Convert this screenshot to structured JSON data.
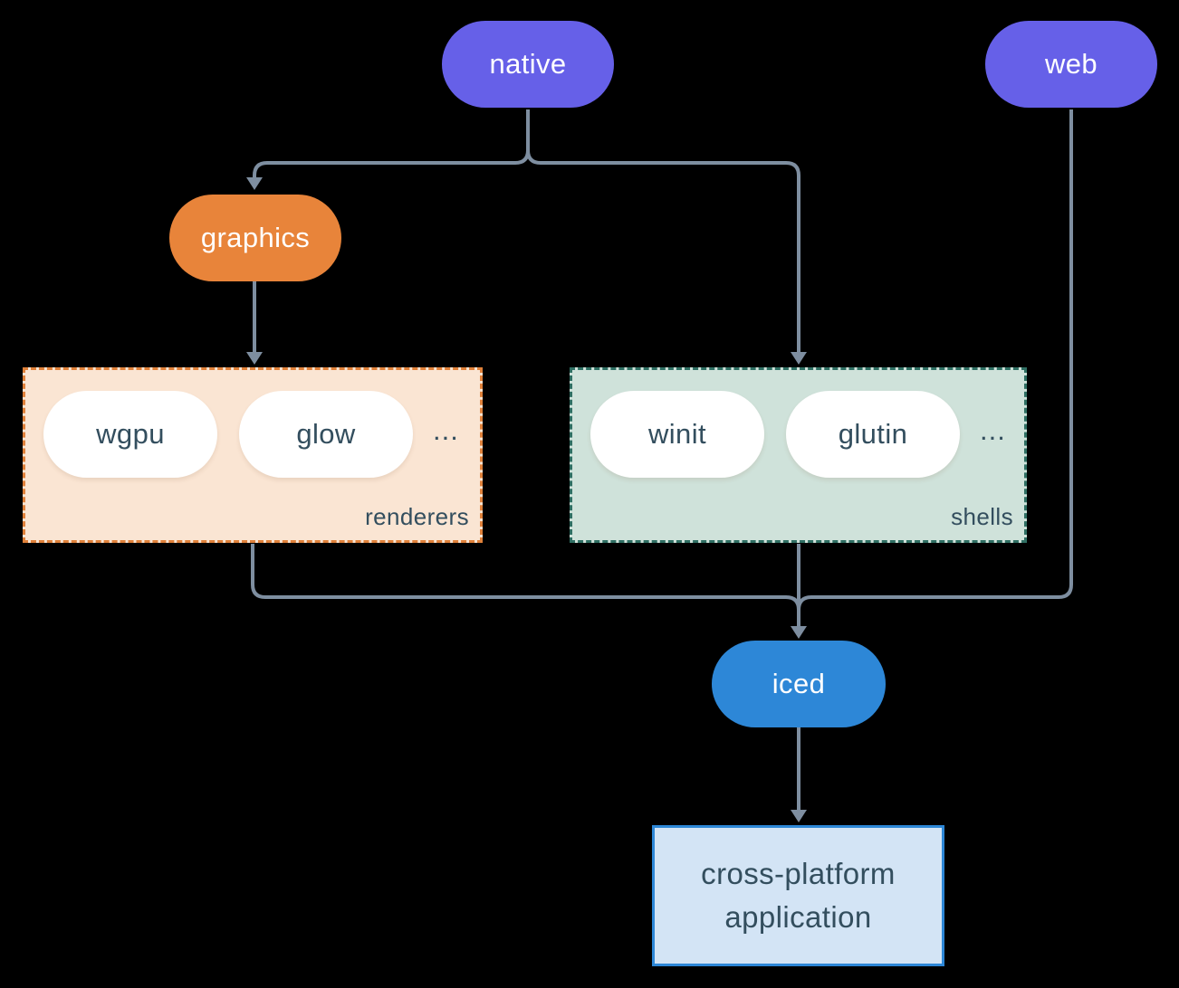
{
  "colors": {
    "bg": "#000000",
    "purple": "#6660e8",
    "orange": "#e8843a",
    "blue": "#2d87d7",
    "peach-fill": "#fae5d3",
    "peach-border": "#e0813a",
    "sage-fill": "#cfe2da",
    "sage-border": "#2f6f63",
    "app-fill": "#d3e4f5",
    "app-border": "#2d87d7",
    "line": "#7e8ea0",
    "dark-text": "#334e5e",
    "light-text": "#ffffff"
  },
  "nodes": {
    "native": {
      "label": "native"
    },
    "web": {
      "label": "web"
    },
    "graphics": {
      "label": "graphics"
    },
    "iced": {
      "label": "iced"
    },
    "wgpu": {
      "label": "wgpu"
    },
    "glow": {
      "label": "glow"
    },
    "winit": {
      "label": "winit"
    },
    "glutin": {
      "label": "glutin"
    },
    "application": {
      "line1": "cross-platform",
      "line2": "application"
    }
  },
  "groups": {
    "renderers": {
      "label": "renderers",
      "ellipsis": "..."
    },
    "shells": {
      "label": "shells",
      "ellipsis": "..."
    }
  }
}
